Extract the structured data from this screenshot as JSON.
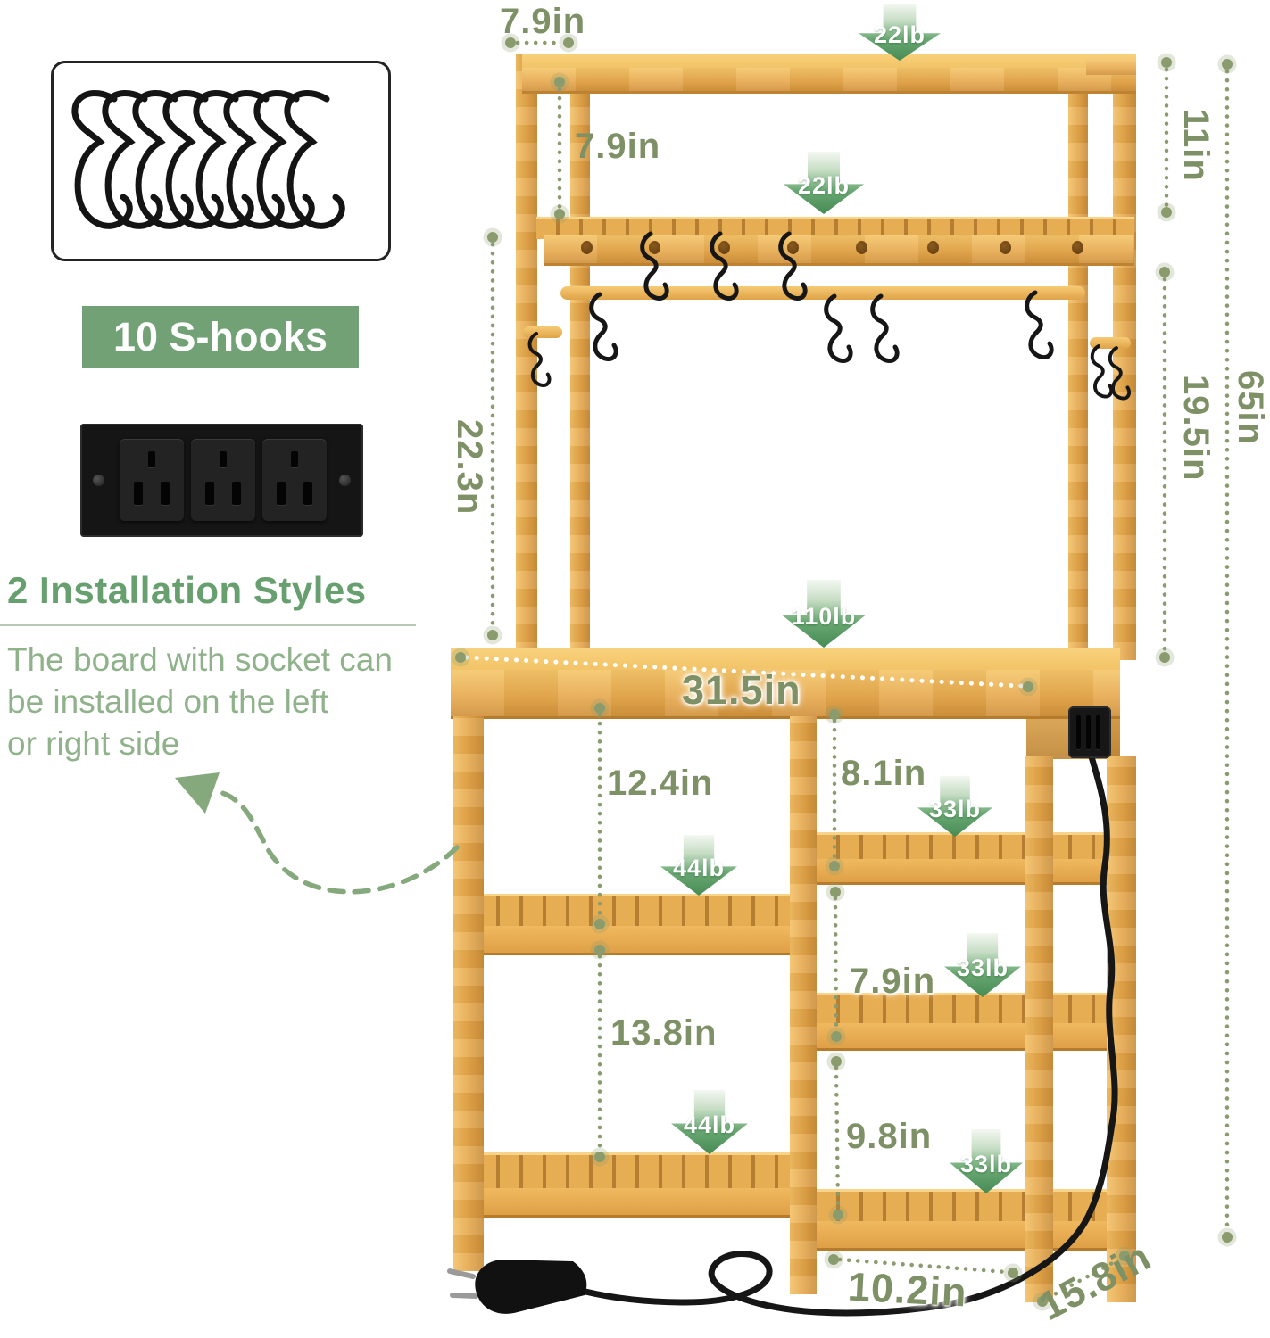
{
  "left_panel": {
    "s_hooks_badge": "10 S-hooks",
    "installation": {
      "heading": "2 Installation Styles",
      "line1": "The board with socket can",
      "line2": "be installed on the left",
      "line3": "or right side"
    }
  },
  "dimensions": {
    "top_shelf_depth": "7.9in",
    "hutch_shelf_gap": "7.9in",
    "hutch_upper_height": "11in",
    "hutch_lower_height": "19.5in",
    "total_height": "65in",
    "hutch_clearance": "22.3n",
    "tabletop_width": "31.5in",
    "left_upper_gap": "12.4in",
    "right_upper_gap": "8.1in",
    "right_middle_gap": "7.9in",
    "left_lower_gap": "13.8in",
    "right_lower_gap": "9.8in",
    "right_bay_width": "10.2in",
    "depth": "15.8in"
  },
  "capacities": {
    "top_shelf": "22lb",
    "second_shelf": "22lb",
    "tabletop": "110lb",
    "middle_shelf": "44lb",
    "bottom_shelf": "44lb",
    "right_tier1": "33lb",
    "right_tier2": "33lb",
    "right_tier3": "33lb"
  },
  "colors": {
    "badge_green": "#72a176",
    "label_olive": "#7e9065",
    "arrow_green": "#468b54",
    "bamboo": "#ecb157"
  }
}
